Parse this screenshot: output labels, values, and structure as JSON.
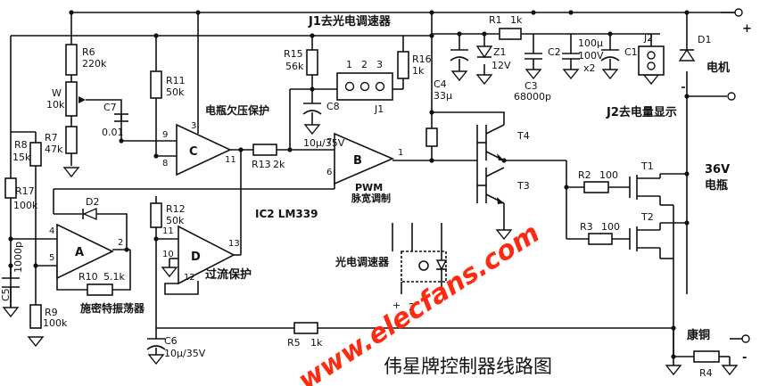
{
  "title": "伟星牌控制器线路图",
  "watermark": "www.elecfans.com",
  "rails": {
    "plus": "+",
    "minus": "-"
  },
  "notes": {
    "j1_top": "J1去光电调速器",
    "j2": "J2去电量显示",
    "motor": "电机",
    "battery_voltage": "36V",
    "battery": "电瓶",
    "undervoltage": "电瓶欠压保护",
    "pwm": "PWM",
    "pwm_sub": "脉宽调制",
    "overcurrent": "过流保护",
    "schmitt": "施密特振荡器",
    "ic": "IC2 LM339",
    "photo": "光电调速器",
    "photo_pin": "2",
    "photo_pin_plus": "+",
    "manganin": "康铜"
  },
  "comparators": {
    "A": {
      "name": "A",
      "pins": [
        "4",
        "5",
        "2"
      ]
    },
    "B": {
      "name": "B",
      "pins": [
        "7",
        "6",
        "1"
      ]
    },
    "C": {
      "name": "C",
      "pins": [
        "9",
        "8",
        "11",
        "3"
      ]
    },
    "D": {
      "name": "D",
      "pins": [
        "11",
        "10",
        "13",
        "12"
      ]
    }
  },
  "j1_pins": [
    "1",
    "2",
    "3"
  ],
  "j1_label": "J1",
  "parts": {
    "R1": {
      "ref": "R1",
      "value": "1k"
    },
    "R2": {
      "ref": "R2",
      "value": "100"
    },
    "R3": {
      "ref": "R3",
      "value": "100"
    },
    "R4": {
      "ref": "R4"
    },
    "R5": {
      "ref": "R5",
      "value": "1k"
    },
    "R6": {
      "ref": "R6",
      "value": "220k"
    },
    "R7": {
      "ref": "R7",
      "value": "47k"
    },
    "R8": {
      "ref": "R8",
      "value": "15k"
    },
    "R9": {
      "ref": "R9",
      "value": "100k"
    },
    "R10": {
      "ref": "R10",
      "value": "5.1k"
    },
    "R11": {
      "ref": "R11",
      "value": "50k"
    },
    "R12": {
      "ref": "R12",
      "value": "50k"
    },
    "R13": {
      "ref": "R13",
      "value": "2k"
    },
    "R15": {
      "ref": "R15",
      "value": "56k"
    },
    "R16": {
      "ref": "R16",
      "value": "1k"
    },
    "R17": {
      "ref": "R17",
      "value": "100k"
    },
    "W": {
      "ref": "W",
      "value": "10k"
    },
    "C1": {
      "ref": "C1"
    },
    "C2": {
      "ref": "C2",
      "value": "100μ",
      "value2": "100V",
      "value3": "x2"
    },
    "C3": {
      "ref": "C3",
      "value": "68000p"
    },
    "C4": {
      "ref": "C4",
      "value": "33μ"
    },
    "C5": {
      "ref": "C5",
      "value": "1000p"
    },
    "C6": {
      "ref": "C6",
      "value": "10μ/35V"
    },
    "C7": {
      "ref": "C7",
      "value": "0.01"
    },
    "C8": {
      "ref": "C8",
      "value": "10μ/35V"
    },
    "Z1": {
      "ref": "Z1",
      "value": "12V"
    },
    "D1": {
      "ref": "D1"
    },
    "D2": {
      "ref": "D2"
    },
    "J2": {
      "ref": "J2"
    },
    "T1": {
      "ref": "T1"
    },
    "T2": {
      "ref": "T2"
    },
    "T3": {
      "ref": "T3"
    },
    "T4": {
      "ref": "T4"
    }
  }
}
